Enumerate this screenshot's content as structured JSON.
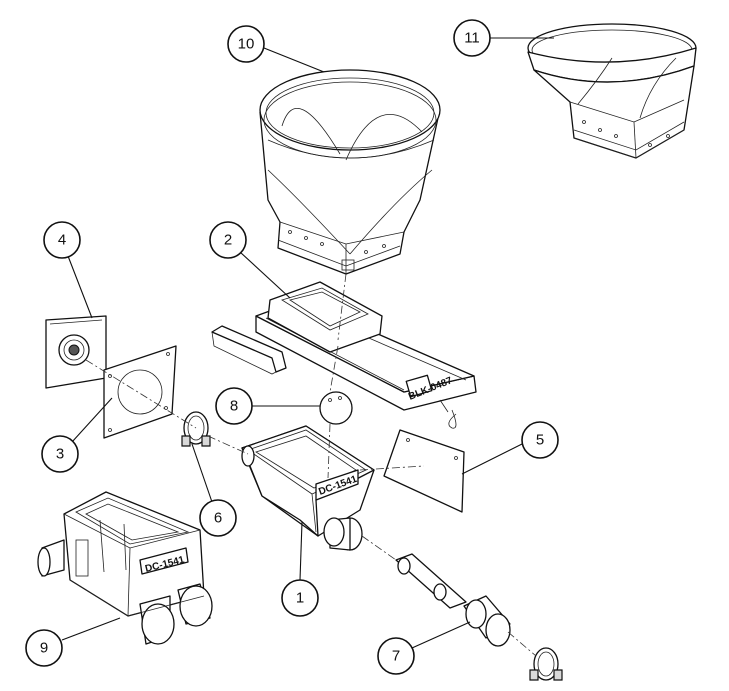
{
  "diagram": {
    "callouts": [
      {
        "id": "callout-1",
        "label": "1"
      },
      {
        "id": "callout-2",
        "label": "2"
      },
      {
        "id": "callout-3",
        "label": "3"
      },
      {
        "id": "callout-4",
        "label": "4"
      },
      {
        "id": "callout-5",
        "label": "5"
      },
      {
        "id": "callout-6",
        "label": "6"
      },
      {
        "id": "callout-7",
        "label": "7"
      },
      {
        "id": "callout-8",
        "label": "8"
      },
      {
        "id": "callout-9",
        "label": "9"
      },
      {
        "id": "callout-10",
        "label": "10"
      },
      {
        "id": "callout-11",
        "label": "11"
      }
    ],
    "part_markings": {
      "hopper_plate": "DC-1541",
      "housing_plate": "DC-1541",
      "slide_plate": "BLK-0487"
    }
  }
}
